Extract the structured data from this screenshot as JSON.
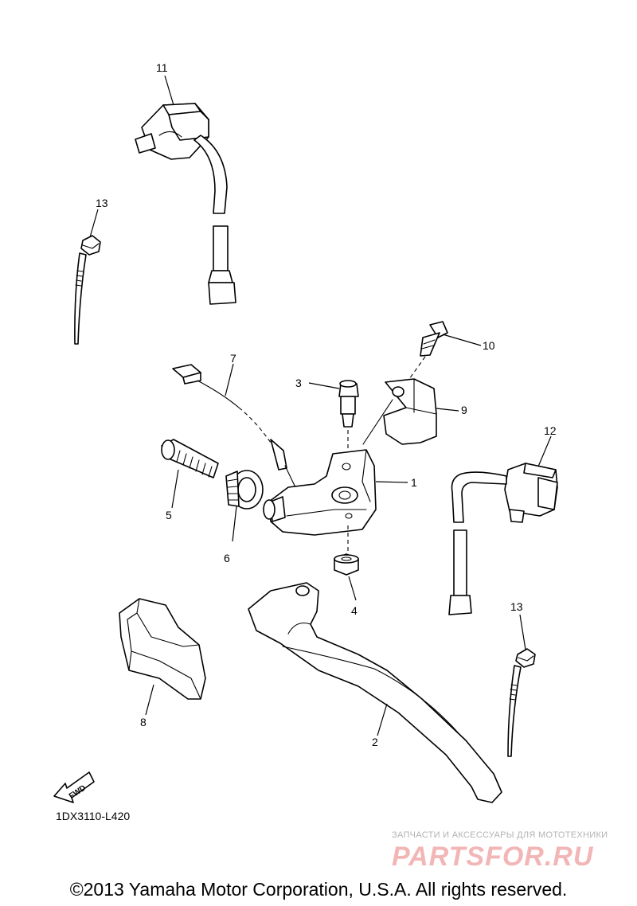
{
  "callouts": {
    "n1": "1",
    "n2": "2",
    "n3": "3",
    "n4": "4",
    "n5": "5",
    "n6": "6",
    "n7": "7",
    "n8": "8",
    "n9": "9",
    "n10": "10",
    "n11": "11",
    "n12": "12",
    "n13a": "13",
    "n13b": "13"
  },
  "fwd_label": "FWD",
  "diagram_code": "1DX3110-L420",
  "watermark": {
    "line": "ЗАПЧАСТИ И АКСЕССУАРЫ ДЛЯ МОТОТЕХНИКИ",
    "logo": "PARTSFOR.RU"
  },
  "copyright": "©2013 Yamaha Motor Corporation, U.S.A. All rights reserved."
}
